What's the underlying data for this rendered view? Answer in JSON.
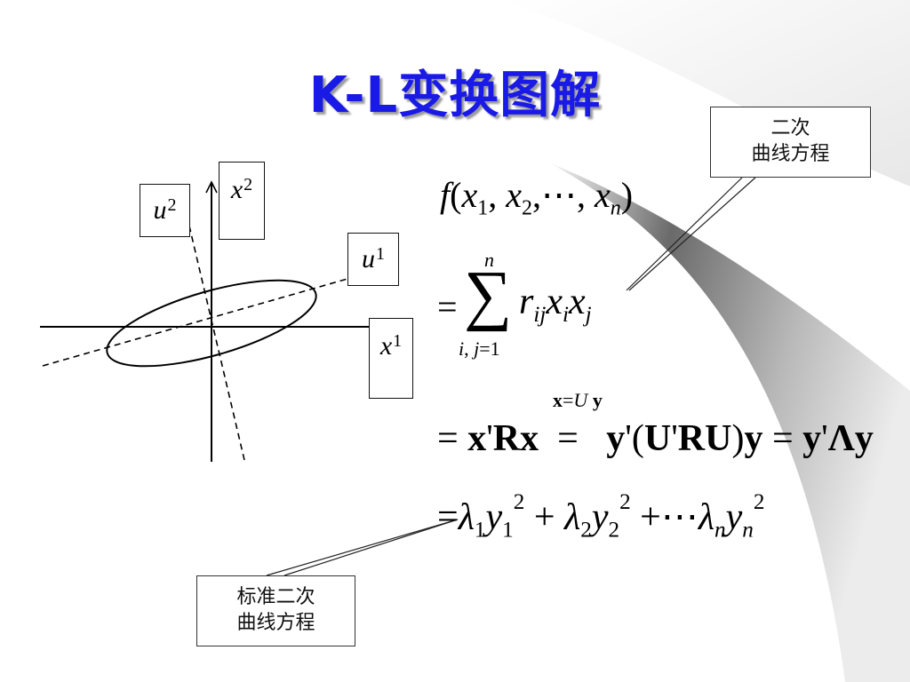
{
  "title": "K-L变换图解",
  "callout_top": {
    "line1": "二次",
    "line2": "曲线方程"
  },
  "callout_bottom": {
    "line1": "标准二次",
    "line2": "曲线方程"
  },
  "axis_labels": {
    "x1": {
      "base": "x",
      "sub": "1"
    },
    "x2": {
      "base": "x",
      "sub": "2"
    },
    "u1": {
      "base": "u",
      "sub": "1"
    },
    "u2": {
      "base": "u",
      "sub": "2"
    }
  },
  "equations": {
    "eq1": "f(x₁, x₂, ⋯ , xₙ)",
    "eq2": "= Σ rᵢⱼ xᵢ xⱼ (i, j=1 … n)",
    "eq3_note": "x=U y",
    "eq3": "= x'Rx = y'(U'RU)y = y'Λy",
    "eq4": "= λ₁y₁² + λ₂y₂² + ⋯ λₙyₙ²"
  },
  "colors": {
    "title": "#1a1ae6",
    "title_shadow": "#9a9a9a",
    "swoosh": "#8c8c8c"
  }
}
